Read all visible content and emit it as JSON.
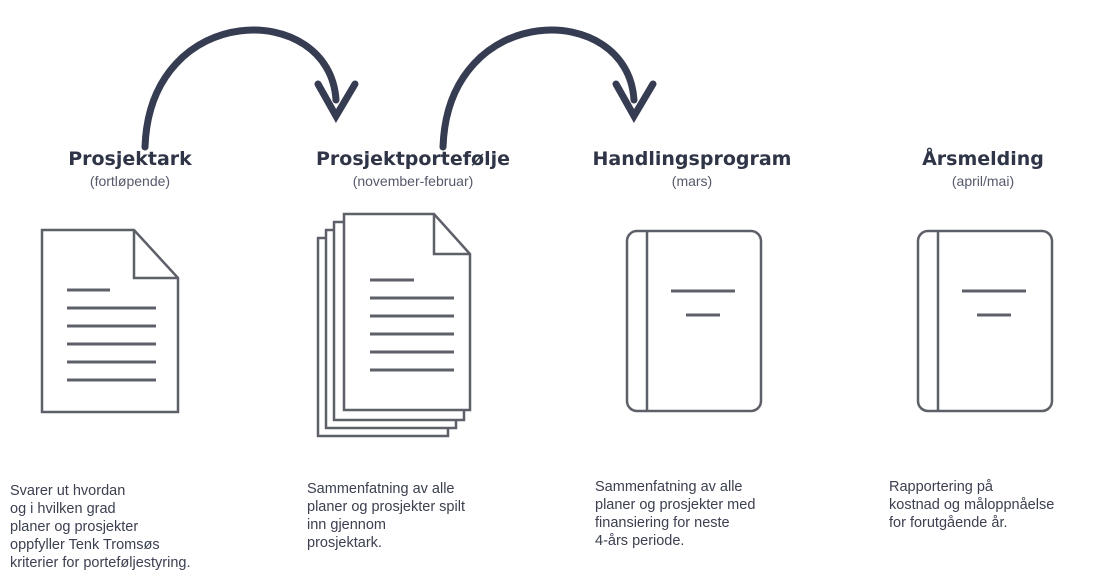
{
  "steps": [
    {
      "title": "Prosjektark",
      "subtitle": "(fortløpende)",
      "icon": "document-icon",
      "description": "Svarer ut hvordan\nog i hvilken grad\nplaner og prosjekter\noppfyller Tenk Tromsøs\nkriterier for porteføljestyring."
    },
    {
      "title": "Prosjektportefølje",
      "subtitle": "(november-februar)",
      "icon": "document-stack-icon",
      "description": "Sammenfatning av alle\nplaner og prosjekter spilt\ninn gjennom\nprosjektark."
    },
    {
      "title": "Handlingsprogram",
      "subtitle": "(mars)",
      "icon": "book-icon",
      "description": "Sammenfatning av alle\nplaner og prosjekter med\nfinansiering for neste\n4-års periode."
    },
    {
      "title": "Årsmelding",
      "subtitle": "(april/mai)",
      "icon": "book-icon",
      "description": "Rapportering på\nkostnad og måloppnåelse\nfor forutgående år."
    }
  ],
  "colors": {
    "text": "#2f3547",
    "icon_stroke": "#5d6068",
    "arrow": "#363c52"
  }
}
